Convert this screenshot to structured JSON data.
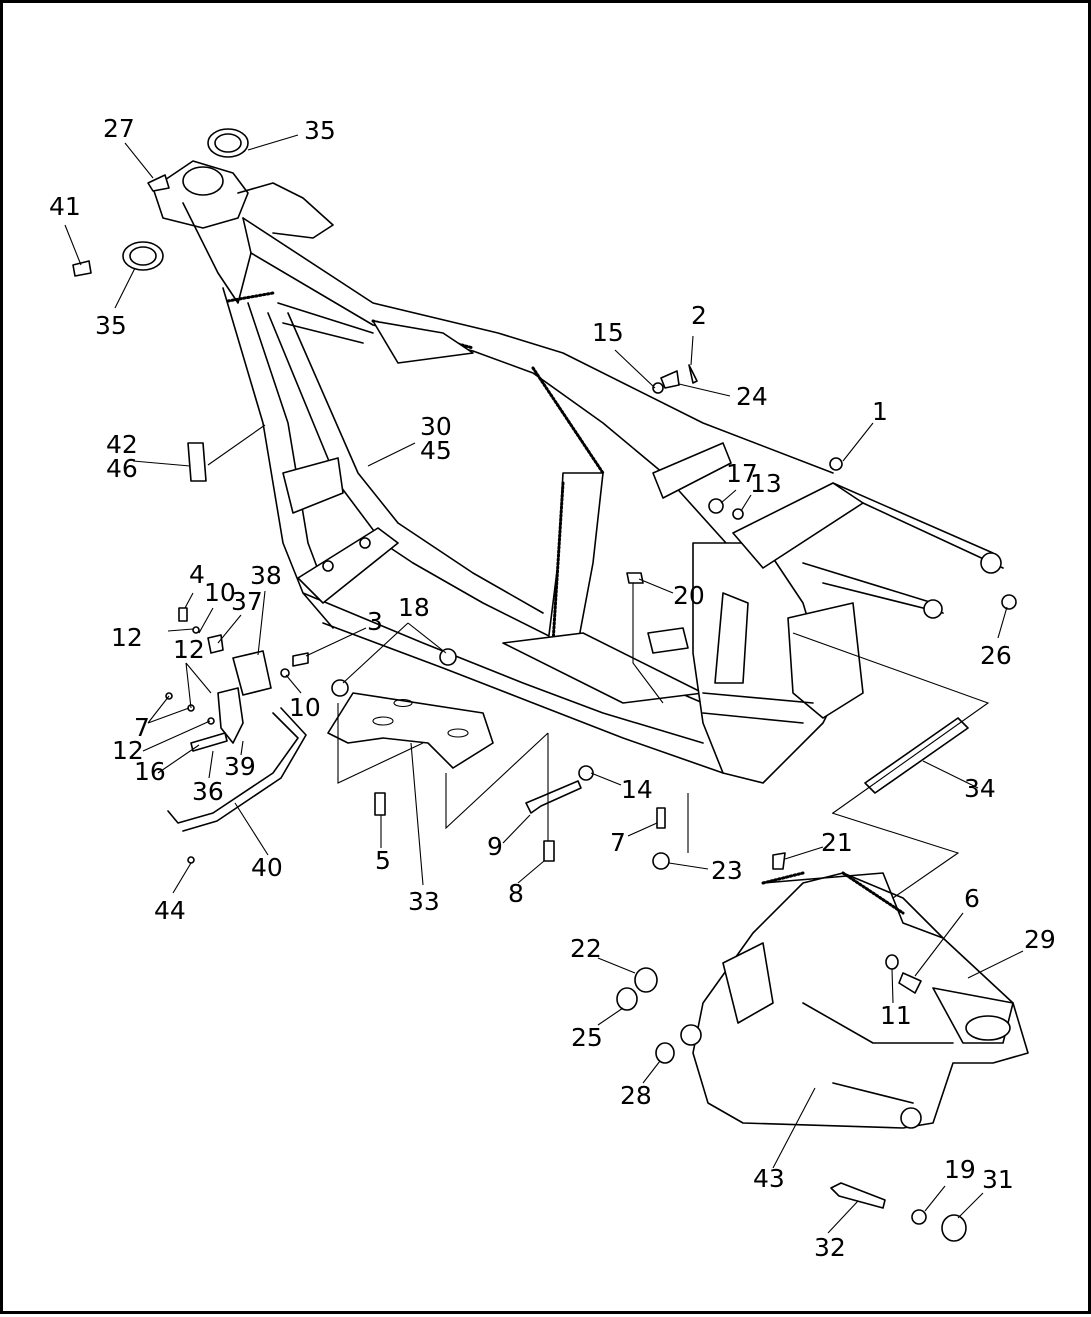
{
  "callouts": {
    "c1": "1",
    "c2": "2",
    "c3": "3",
    "c4": "4",
    "c5": "5",
    "c6": "6",
    "c7a": "7",
    "c7b": "7",
    "c8": "8",
    "c9": "9",
    "c10a": "10",
    "c10b": "10",
    "c11": "11",
    "c12a": "12",
    "c12b": "12",
    "c12c": "12",
    "c13": "13",
    "c14": "14",
    "c15": "15",
    "c16": "16",
    "c17": "17",
    "c18": "18",
    "c19": "19",
    "c20": "20",
    "c21": "21",
    "c22": "22",
    "c23": "23",
    "c24": "24",
    "c25": "25",
    "c26": "26",
    "c27": "27",
    "c28": "28",
    "c29": "29",
    "c30": "30",
    "c31": "31",
    "c32": "32",
    "c33": "33",
    "c34": "34",
    "c35a": "35",
    "c35b": "35",
    "c36": "36",
    "c37": "37",
    "c38": "38",
    "c39": "39",
    "c40": "40",
    "c41": "41",
    "c42": "42",
    "c43": "43",
    "c44": "44",
    "c45": "45",
    "c46": "46"
  },
  "colors": {
    "line": "#000000",
    "background": "#ffffff"
  }
}
